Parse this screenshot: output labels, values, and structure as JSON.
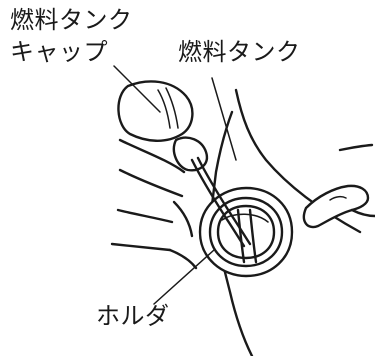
{
  "labels": {
    "fuel_tank_cap_line1": "燃料タンク",
    "fuel_tank_cap_line2": "キャップ",
    "fuel_tank": "燃料タンク",
    "holder": "ホルダ"
  },
  "colors": {
    "ink": "#1a1a1a",
    "background": "#ffffff"
  }
}
